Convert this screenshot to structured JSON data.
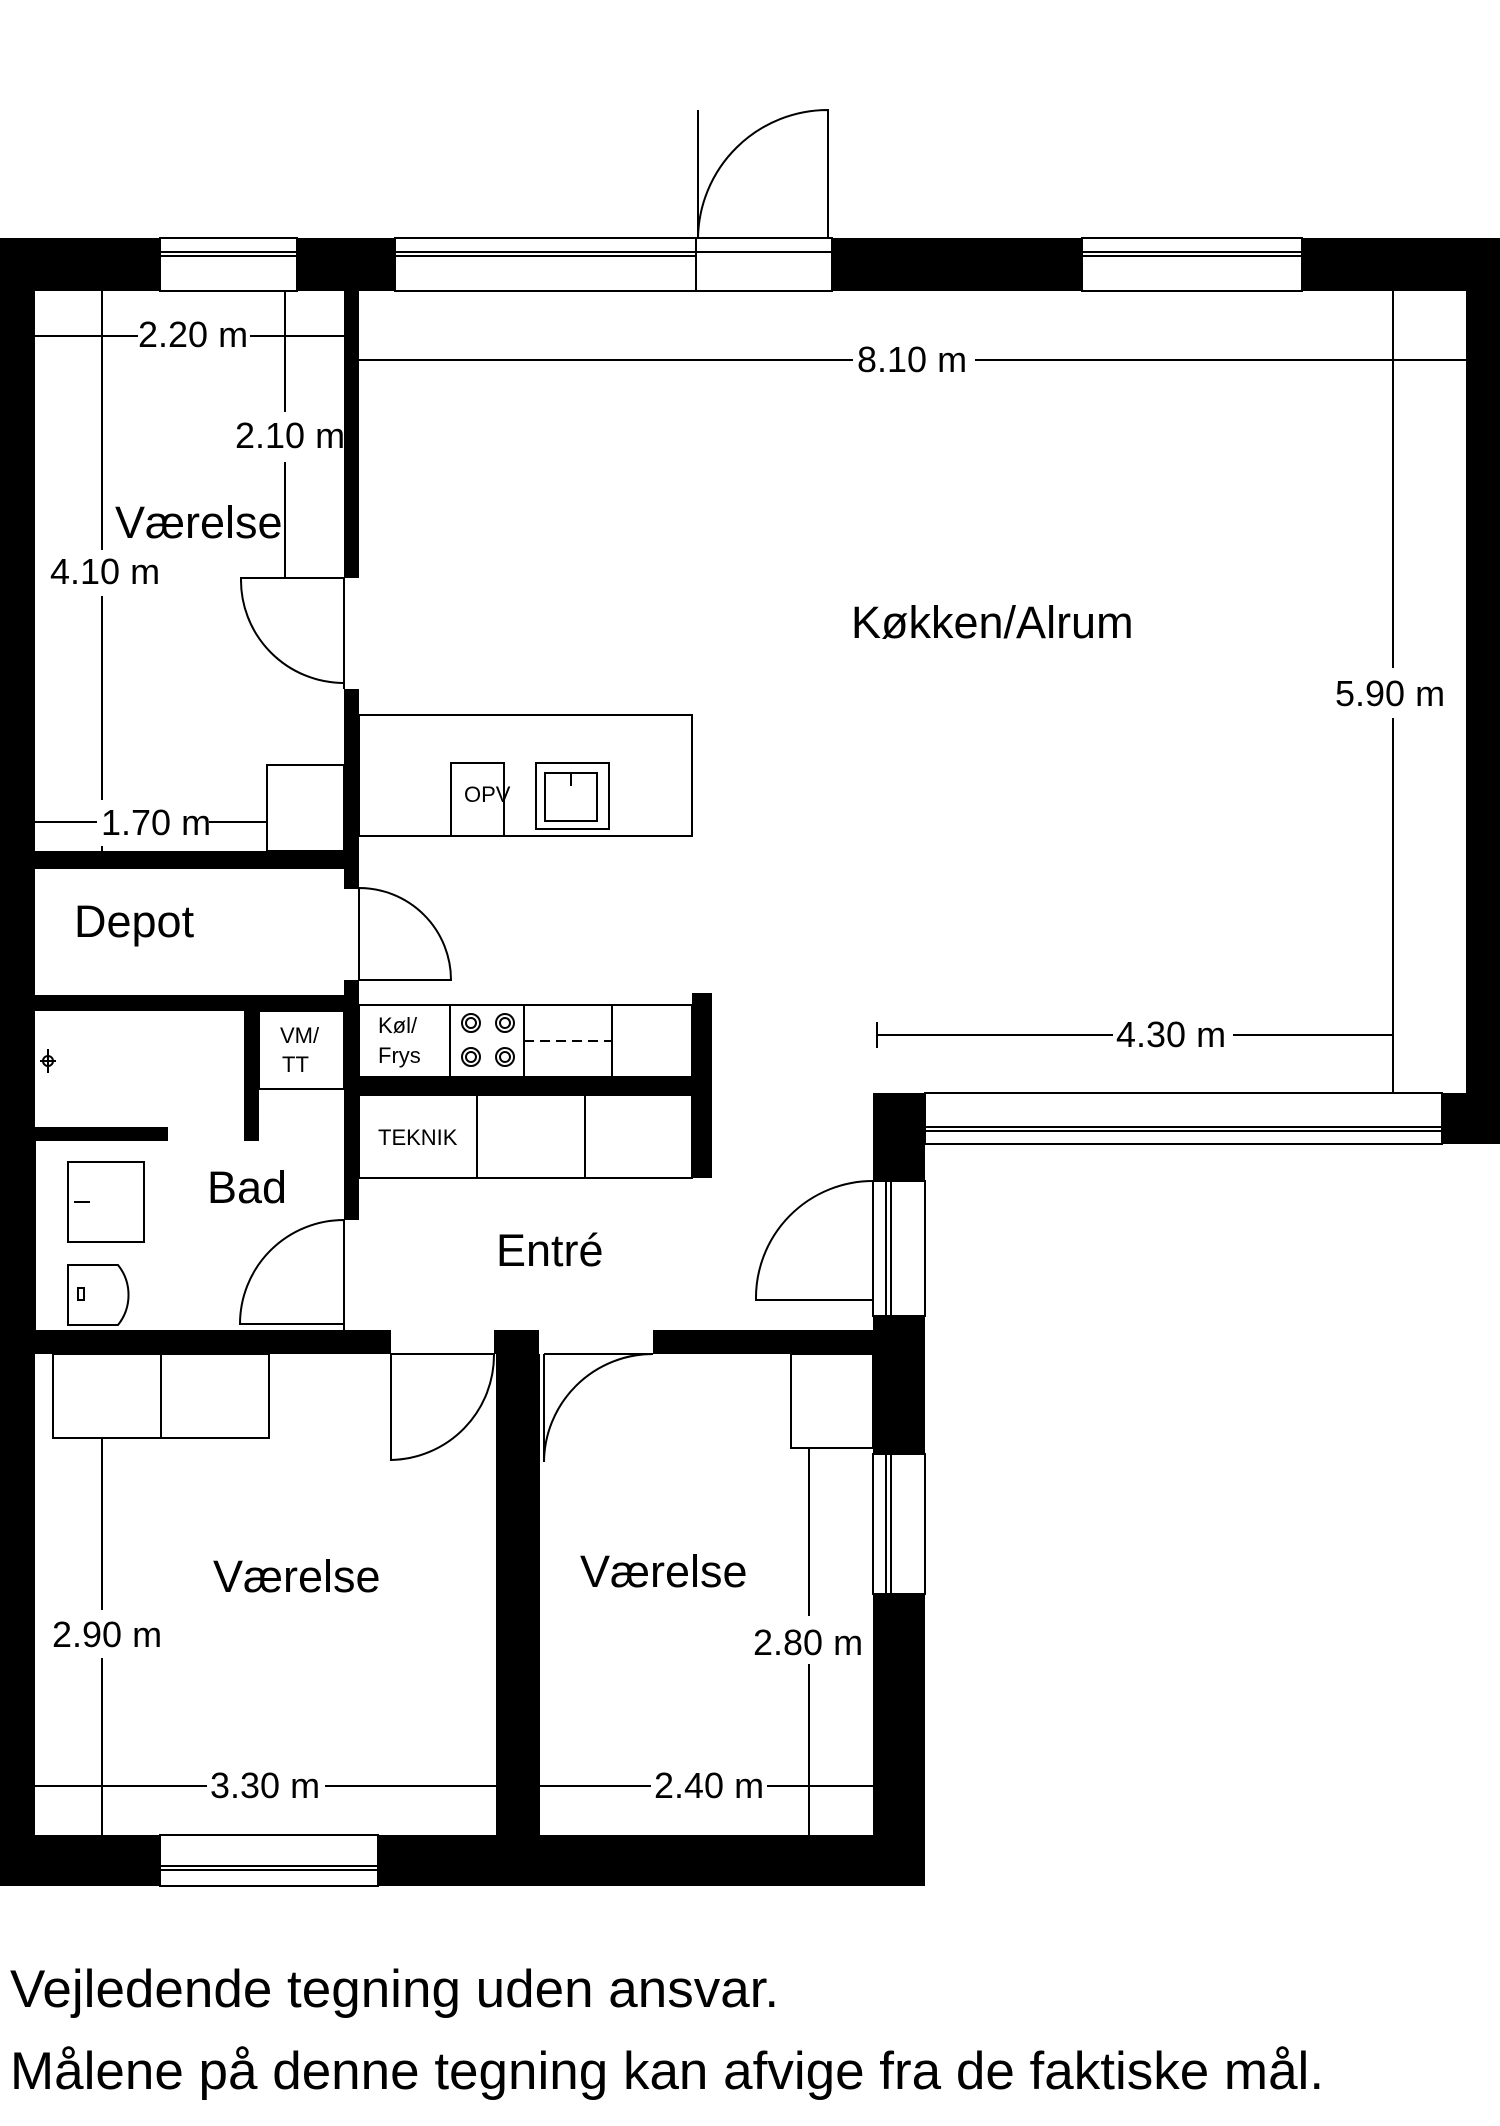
{
  "rooms": {
    "vaerelse_top": "Værelse",
    "kokken": "Køkken/Alrum",
    "depot": "Depot",
    "bad": "Bad",
    "entre": "Entré",
    "vaerelse_left": "Værelse",
    "vaerelse_right": "Værelse"
  },
  "dimensions": {
    "d220": "2.20 m",
    "d210": "2.10 m",
    "d410": "4.10 m",
    "d170": "1.70 m",
    "d810": "8.10 m",
    "d590": "5.90 m",
    "d430": "4.30 m",
    "d290": "2.90 m",
    "d330": "3.30 m",
    "d280": "2.80 m",
    "d240": "2.40 m"
  },
  "fixtures": {
    "opv": "OPV",
    "kol_1": "Køl/",
    "kol_2": "Frys",
    "vm_1": "VM/",
    "vm_2": "TT",
    "teknik": "TEKNIK"
  },
  "disclaimer": {
    "line1": "Vejledende tegning uden ansvar.",
    "line2": "Målene på denne tegning kan afvige fra de faktiske mål."
  }
}
